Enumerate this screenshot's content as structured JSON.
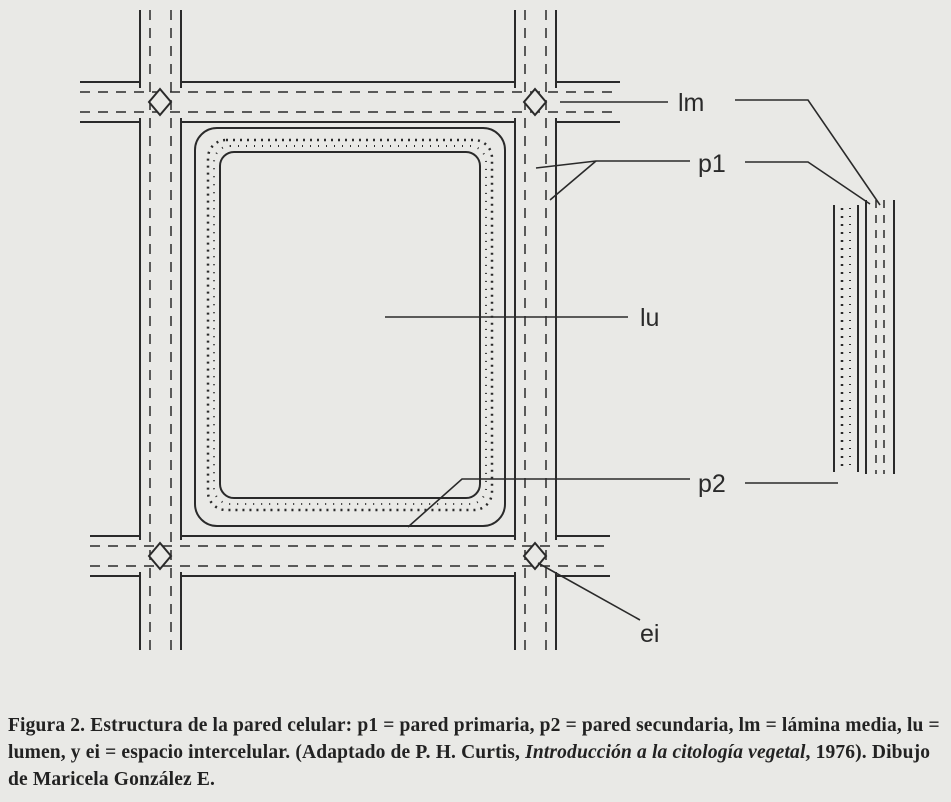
{
  "labels": {
    "lm": "lm",
    "p1": "p1",
    "lu": "lu",
    "p2": "p2",
    "ei": "ei"
  },
  "caption": {
    "part1": "Figura 2. Estructura de la pared celular: p1 = pared primaria, p2 = pared secundaria, lm = lámina media, lu = lumen, y ei = espacio intercelular. (Adaptado de P. H. Curtis, ",
    "book_title": "Introducción a la citología vegetal",
    "part2": ", 1976). Dibujo de Maricela González E."
  },
  "colors": {
    "ink": "#2a2a2a",
    "background": "#e9e9e6"
  }
}
